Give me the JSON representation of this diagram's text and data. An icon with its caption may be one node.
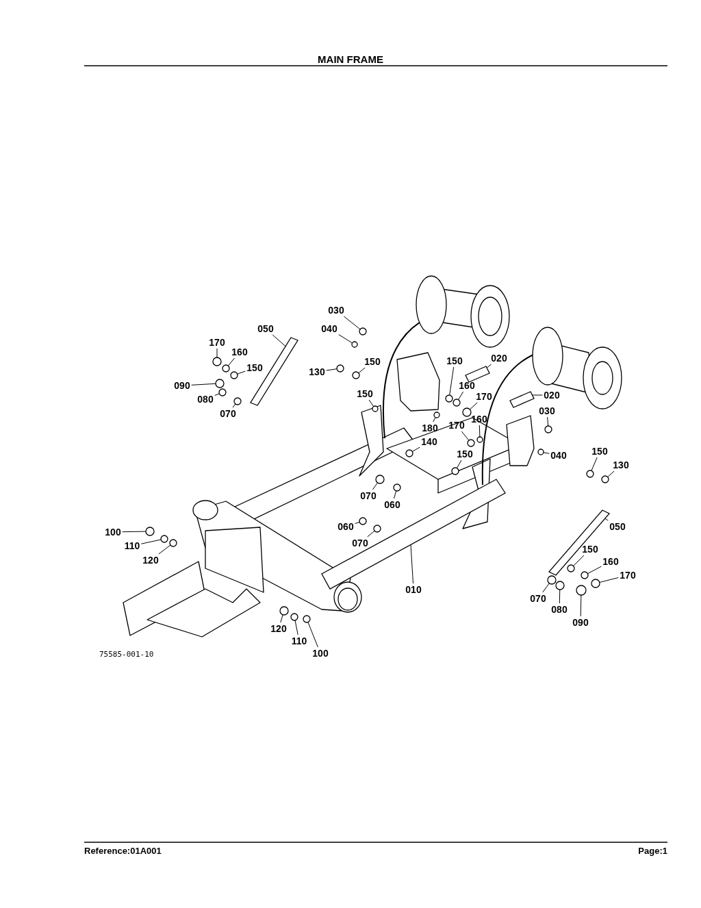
{
  "diagram": {
    "title": "MAIN FRAME",
    "nodes": [
      {
        "text": [
          "030"
        ]
      },
      {
        "text": [
          "040"
        ]
      },
      {
        "text": [
          "050"
        ]
      },
      {
        "text": [
          "170"
        ]
      },
      {
        "text": [
          "160"
        ]
      },
      {
        "text": [
          "150"
        ]
      },
      {
        "text": [
          "090"
        ]
      },
      {
        "text": [
          "080"
        ]
      },
      {
        "text": [
          "070"
        ]
      },
      {
        "text": [
          "130"
        ]
      },
      {
        "text": [
          "150"
        ]
      },
      {
        "text": [
          "150"
        ]
      },
      {
        "text": [
          "180"
        ]
      },
      {
        "text": [
          "150"
        ]
      },
      {
        "text": [
          "020"
        ]
      },
      {
        "text": [
          "160"
        ]
      },
      {
        "text": [
          "170"
        ]
      },
      {
        "text": [
          "020"
        ]
      },
      {
        "text": [
          "030"
        ]
      },
      {
        "text": [
          "160"
        ]
      },
      {
        "text": [
          "170"
        ]
      },
      {
        "text": [
          "140"
        ]
      },
      {
        "text": [
          "040"
        ]
      },
      {
        "text": [
          "150"
        ]
      },
      {
        "text": [
          "150"
        ]
      },
      {
        "text": [
          "130"
        ]
      },
      {
        "text": [
          "070"
        ]
      },
      {
        "text": [
          "060"
        ]
      },
      {
        "text": [
          "060"
        ]
      },
      {
        "text": [
          "070"
        ]
      },
      {
        "text": [
          "100"
        ]
      },
      {
        "text": [
          "110"
        ]
      },
      {
        "text": [
          "120"
        ]
      },
      {
        "text": [
          "050"
        ]
      },
      {
        "text": [
          "150"
        ]
      },
      {
        "text": [
          "160"
        ]
      },
      {
        "text": [
          "170"
        ]
      },
      {
        "text": [
          "070"
        ]
      },
      {
        "text": [
          "080"
        ]
      },
      {
        "text": [
          "090"
        ]
      },
      {
        "text": [
          "010"
        ]
      },
      {
        "text": [
          "120"
        ]
      },
      {
        "text": [
          "110"
        ]
      },
      {
        "text": [
          "100"
        ]
      },
      {
        "text": [],
        "shape": "circle"
      },
      {
        "text": [],
        "shape": "circle"
      },
      {
        "text": [],
        "shape": "bar"
      },
      {
        "text": [],
        "shape": "circle"
      },
      {
        "text": [],
        "shape": "circle"
      },
      {
        "text": [],
        "shape": "circle"
      },
      {
        "text": [],
        "shape": "circle"
      },
      {
        "text": [],
        "shape": "circle"
      },
      {
        "text": [],
        "shape": "circle"
      },
      {
        "text": [],
        "shape": "circle"
      },
      {
        "text": [],
        "shape": "circle"
      },
      {
        "text": [],
        "shape": "circle"
      },
      {
        "text": [],
        "shape": "circle"
      },
      {
        "text": [],
        "shape": "circle"
      },
      {
        "text": [],
        "shape": "bar"
      },
      {
        "text": [],
        "shape": "circle"
      },
      {
        "text": [],
        "shape": "circle"
      },
      {
        "text": [],
        "shape": "bar"
      },
      {
        "text": [],
        "shape": "circle"
      },
      {
        "text": [],
        "shape": "circle"
      },
      {
        "text": [],
        "shape": "circle"
      },
      {
        "text": [],
        "shape": "circle"
      },
      {
        "text": [],
        "shape": "circle"
      },
      {
        "text": [],
        "shape": "circle"
      },
      {
        "text": [],
        "shape": "circle"
      },
      {
        "text": [],
        "shape": "circle"
      },
      {
        "text": [],
        "shape": "circle"
      },
      {
        "text": [],
        "shape": "circle"
      },
      {
        "text": [],
        "shape": "circle"
      },
      {
        "text": [],
        "shape": "circle"
      },
      {
        "text": [],
        "shape": "circle"
      },
      {
        "text": [],
        "shape": "circle"
      },
      {
        "text": [],
        "shape": "circle"
      },
      {
        "text": [],
        "shape": "bar"
      },
      {
        "text": [],
        "shape": "circle"
      },
      {
        "text": [],
        "shape": "circle"
      },
      {
        "text": [],
        "shape": "circle"
      },
      {
        "text": [],
        "shape": "circle"
      },
      {
        "text": [],
        "shape": "circle"
      },
      {
        "text": [],
        "shape": "circle"
      },
      {
        "text": [],
        "shape": "bar"
      },
      {
        "text": [],
        "shape": "circle"
      },
      {
        "text": [],
        "shape": "circle"
      },
      {
        "text": [],
        "shape": "circle"
      }
    ],
    "edges": [
      {
        "from": 0,
        "to": 44,
        "arrow": "none"
      },
      {
        "from": 1,
        "to": 45,
        "arrow": "none"
      },
      {
        "from": 2,
        "to": 46,
        "arrow": "none"
      },
      {
        "from": 3,
        "to": 47,
        "arrow": "none"
      },
      {
        "from": 4,
        "to": 48,
        "arrow": "none"
      },
      {
        "from": 5,
        "to": 49,
        "arrow": "none"
      },
      {
        "from": 6,
        "to": 50,
        "arrow": "none"
      },
      {
        "from": 7,
        "to": 51,
        "arrow": "none"
      },
      {
        "from": 8,
        "to": 52,
        "arrow": "none"
      },
      {
        "from": 9,
        "to": 53,
        "arrow": "none"
      },
      {
        "from": 10,
        "to": 54,
        "arrow": "none"
      },
      {
        "from": 11,
        "to": 55,
        "arrow": "none"
      },
      {
        "from": 12,
        "to": 56,
        "arrow": "none"
      },
      {
        "from": 13,
        "to": 57,
        "arrow": "none"
      },
      {
        "from": 14,
        "to": 58,
        "arrow": "none"
      },
      {
        "from": 15,
        "to": 59,
        "arrow": "none"
      },
      {
        "from": 16,
        "to": 60,
        "arrow": "none"
      },
      {
        "from": 17,
        "to": 61,
        "arrow": "none"
      },
      {
        "from": 18,
        "to": 62,
        "arrow": "none"
      },
      {
        "from": 19,
        "to": 63,
        "arrow": "none"
      },
      {
        "from": 20,
        "to": 64,
        "arrow": "none"
      },
      {
        "from": 21,
        "to": 65,
        "arrow": "none"
      },
      {
        "from": 22,
        "to": 66,
        "arrow": "none"
      },
      {
        "from": 23,
        "to": 67,
        "arrow": "none"
      },
      {
        "from": 24,
        "to": 68,
        "arrow": "none"
      },
      {
        "from": 25,
        "to": 69,
        "arrow": "none"
      },
      {
        "from": 26,
        "to": 70,
        "arrow": "none"
      },
      {
        "from": 27,
        "to": 71,
        "arrow": "none"
      },
      {
        "from": 28,
        "to": 72,
        "arrow": "none"
      },
      {
        "from": 29,
        "to": 73,
        "arrow": "none"
      },
      {
        "from": 30,
        "to": 74,
        "arrow": "none"
      },
      {
        "from": 31,
        "to": 75,
        "arrow": "none"
      },
      {
        "from": 32,
        "to": 76,
        "arrow": "none"
      },
      {
        "from": 33,
        "to": 77,
        "arrow": "none"
      },
      {
        "from": 34,
        "to": 78,
        "arrow": "none"
      },
      {
        "from": 35,
        "to": 79,
        "arrow": "none"
      },
      {
        "from": 36,
        "to": 80,
        "arrow": "none"
      },
      {
        "from": 37,
        "to": 81,
        "arrow": "none"
      },
      {
        "from": 38,
        "to": 82,
        "arrow": "none"
      },
      {
        "from": 39,
        "to": 83,
        "arrow": "none"
      },
      {
        "from": 40,
        "to": 84,
        "arrow": "none"
      },
      {
        "from": 41,
        "to": 85,
        "arrow": "none"
      },
      {
        "from": 42,
        "to": 86,
        "arrow": "none"
      },
      {
        "from": 43,
        "to": 87,
        "arrow": "none"
      }
    ],
    "labels": [
      "75585-001-10",
      "Reference:01A001",
      "Page:1"
    ]
  }
}
